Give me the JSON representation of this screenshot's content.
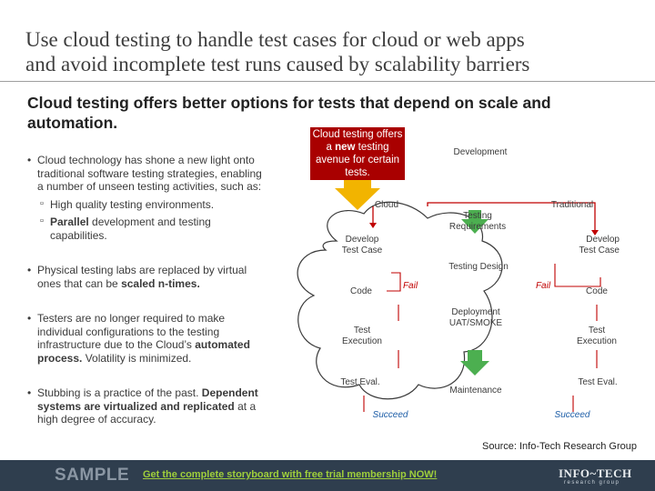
{
  "title": {
    "line1": "Use cloud testing to handle test cases for cloud or web apps",
    "line2": "and avoid incomplete test runs caused by scalability barriers"
  },
  "subtitle": {
    "line1": "Cloud testing offers better options for tests that depend on scale and",
    "line2": "automation."
  },
  "bullets": {
    "b1": {
      "text": "Cloud technology has shone a new light onto traditional software testing strategies, enabling a number of unseen testing activities, such as:",
      "sub1": "High quality testing environments.",
      "sub2_bold": "Parallel",
      "sub2_rest": " development and testing capabilities."
    },
    "b2": {
      "pre": "Physical testing labs are replaced by virtual ones that can be ",
      "bold": "scaled n-times."
    },
    "b3": {
      "pre": "Testers are no longer required to make individual configurations to the testing infrastructure due to the Cloud’s ",
      "bold": "automated process.",
      "post": " Volatility is minimized."
    },
    "b4": {
      "pre": "Stubbing is a practice of the past. ",
      "bold": "Dependent systems are virtualized and replicated",
      "post": " at a high degree of accuracy."
    }
  },
  "diagram": {
    "callout": {
      "pre": "Cloud testing offers a ",
      "bold": "new",
      "post": " testing avenue for certain tests."
    },
    "development": "Development",
    "cloud": "Cloud",
    "traditional": "Traditional",
    "testing_requirements_1": "Testing",
    "testing_requirements_2": "Requirements",
    "develop_test_case_left_1": "Develop",
    "develop_test_case_left_2": "Test Case",
    "develop_test_case_right_1": "Develop",
    "develop_test_case_right_2": "Test Case",
    "testing_design": "Testing Design",
    "code_left": "Code",
    "code_right": "Code",
    "fail_left": "Fail",
    "fail_right": "Fail",
    "deployment_1": "Deployment",
    "deployment_2": "UAT/SMOKE",
    "test_exec_left_1": "Test",
    "test_exec_left_2": "Execution",
    "test_exec_right_1": "Test",
    "test_exec_right_2": "Execution",
    "test_eval_left": "Test Eval.",
    "test_eval_right": "Test Eval.",
    "maintenance": "Maintenance",
    "succeed_left": "Succeed",
    "succeed_right": "Succeed"
  },
  "source": "Source: Info-Tech Research Group",
  "footer": {
    "sample": "SAMPLE",
    "promo": "Get the complete storyboard with free trial membership NOW!",
    "logo_line1": "INFO~TECH",
    "logo_line2": "research group"
  },
  "colors": {
    "accent_red": "#a90000",
    "arrow_green": "#4caf50",
    "footer_bg": "#2f3e4e",
    "promo_green": "#9fcf3b"
  }
}
